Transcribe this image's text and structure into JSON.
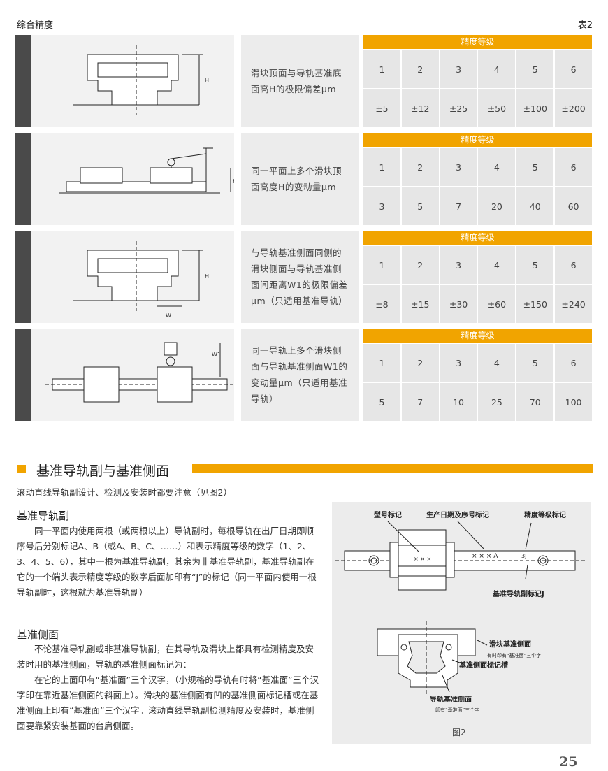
{
  "header": {
    "section": "综合精度",
    "table_no": "表2"
  },
  "table_header": "精度等级",
  "rows": [
    {
      "desc": "滑块顶面与导轨基准底面高H的极限偏差μm",
      "grades": [
        "1",
        "2",
        "3",
        "4",
        "5",
        "6"
      ],
      "values": [
        "±5",
        "±12",
        "±25",
        "±50",
        "±100",
        "±200"
      ],
      "labels": [
        "H"
      ]
    },
    {
      "desc": "同一平面上多个滑块顶面高度H的变动量μm",
      "grades": [
        "1",
        "2",
        "3",
        "4",
        "5",
        "6"
      ],
      "values": [
        "3",
        "5",
        "7",
        "20",
        "40",
        "60"
      ],
      "labels": [
        "H"
      ]
    },
    {
      "desc": "与导轨基准侧面同侧的滑块侧面与导轨基准侧面间距离W1的极限偏差μm（只适用基准导轨）",
      "grades": [
        "1",
        "2",
        "3",
        "4",
        "5",
        "6"
      ],
      "values": [
        "±8",
        "±15",
        "±30",
        "±60",
        "±150",
        "±240"
      ],
      "labels": [
        "H",
        "W"
      ]
    },
    {
      "desc": "同一导轨上多个滑块侧面与导轨基准侧面W1的变动量μm（只适用基准导轨）",
      "grades": [
        "1",
        "2",
        "3",
        "4",
        "5",
        "6"
      ],
      "values": [
        "5",
        "7",
        "10",
        "25",
        "70",
        "100"
      ],
      "labels": [
        "W1"
      ]
    }
  ],
  "section": {
    "title": "基准导轨副与基准侧面",
    "intro": "滚动直线导轨副设计、检测及安装时都要注意（见图2）"
  },
  "sub1": {
    "title": "基准导轨副",
    "text": "同一平面内使用两根（或两根以上）导轨副时，每根导轨在出厂日期即顺序号后分别标记A、B（或A、B、C、……）和表示精度等级的数字（1、2、3、4、5、6），其中一根为基准导轨副，其余为非基准导轨副，基准导轨副在它的一个端头表示精度等级的数字后面加印有“J”的标记（同一平面内使用一根导轨副时，这根就为基准导轨副）"
  },
  "sub2": {
    "title": "基准侧面",
    "p1": "不论基准导轨副或非基准导轨副，在其导轨及滑块上都具有检测精度及安装时用的基准侧面，导轨的基准侧面标记为：",
    "p2": "在它的上面印有“基准面”三个汉字，（小规格的导轨有时将“基准面”三个汉字印在靠近基准侧面的斜面上）。滑块的基准侧面有凹的基准侧面标记槽或在基准侧面上印有“基准面”三个汉字。滚动直线导轨副检测精度及安装时，基准侧面要靠紧安装基面的台肩侧面。"
  },
  "figure": {
    "caption": "图2",
    "model_mark": "型号标记",
    "date_mark": "生产日期及序号标记",
    "grade_mark": "精度等级标记",
    "ref_rail_mark": "基准导轨副标记J",
    "marks_block": "× × ×",
    "marks_rail": "× × × A",
    "j_mark": "3J",
    "block_side": "滑块基准侧面",
    "block_side_note": "有时印有“基准面”三个字",
    "groove": "基准侧面标记槽",
    "rail_side": "导轨基准侧面",
    "rail_side_note": "印有“基准面”三个字"
  },
  "page_number": "25",
  "colors": {
    "accent": "#f1a400",
    "strip": "#4a4a4a"
  }
}
